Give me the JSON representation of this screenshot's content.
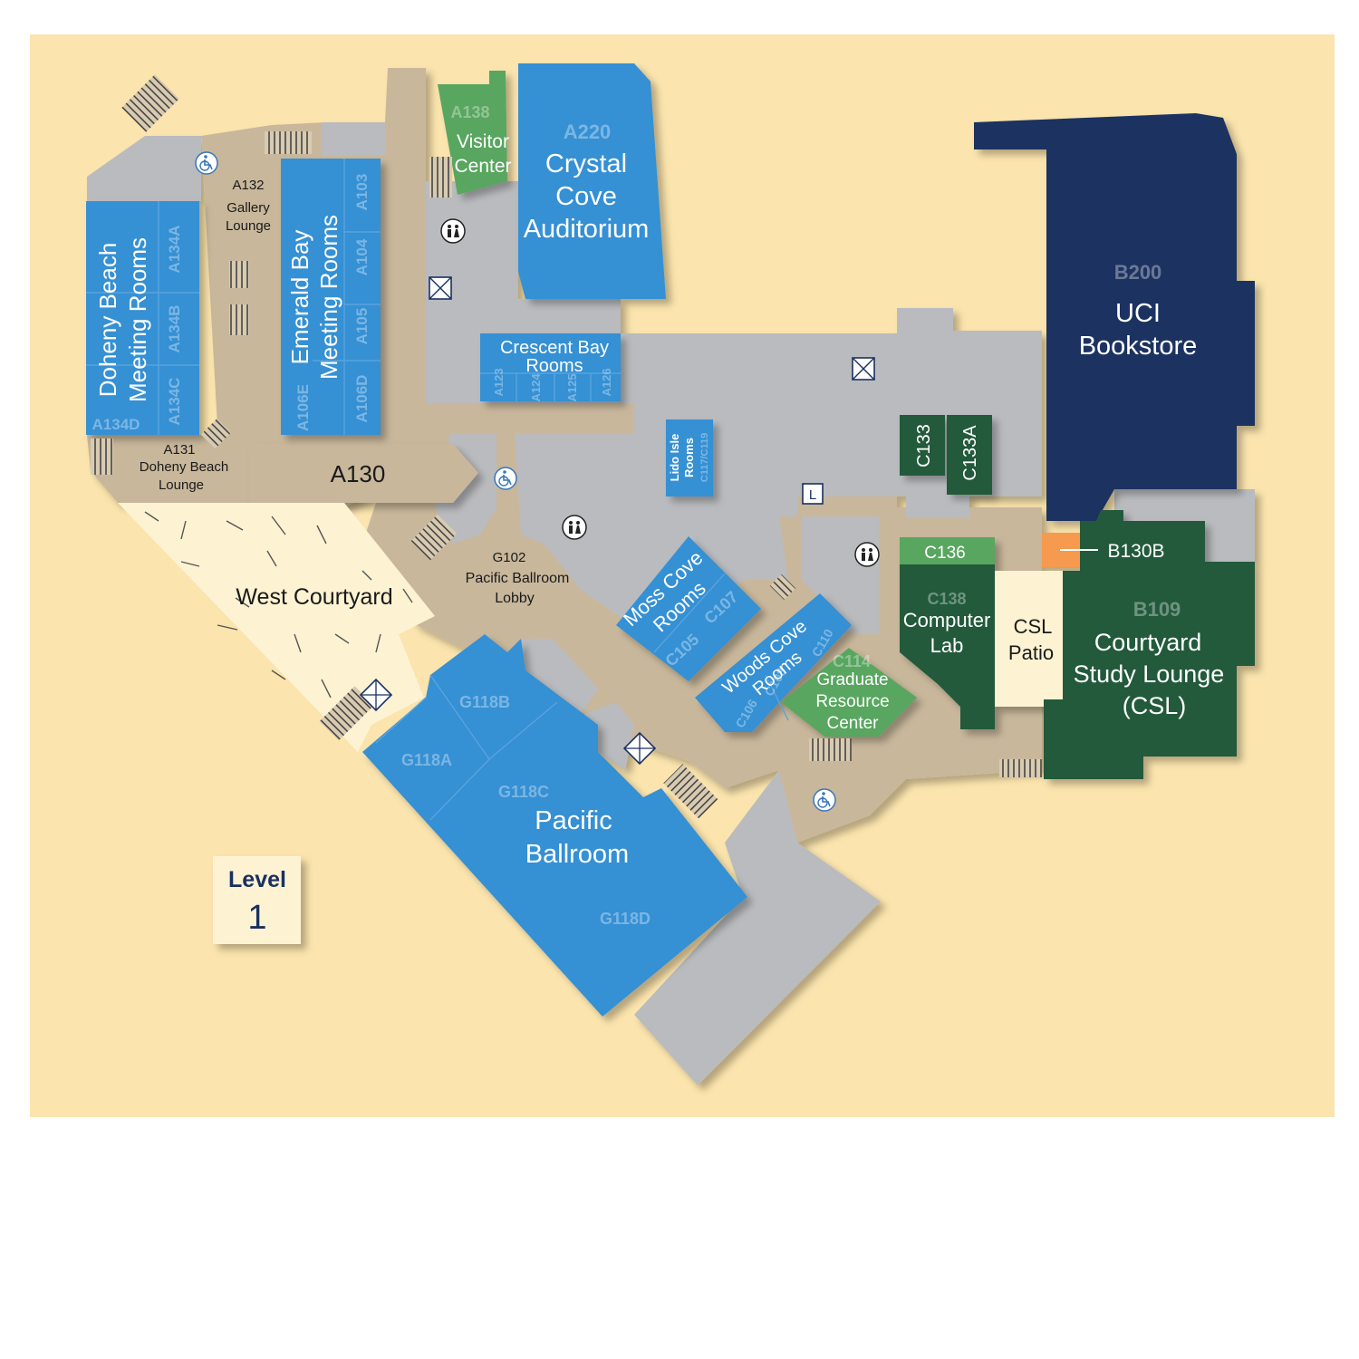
{
  "colors": {
    "background": "#fbe4ad",
    "corridor": "#c8b79b",
    "gray": "#b9bbbe",
    "meeting_blue": "#3690d4",
    "visitor_green": "#58a65f",
    "dark_green": "#245a3a",
    "bookstore_navy": "#1a3160",
    "courtyard": "#fdf3d3",
    "orange": "#f59a4f",
    "level_box": "#fdf3d3",
    "level_text": "#1a3160"
  },
  "rooms": {
    "doheny_title_1": "Doheny Beach",
    "doheny_title_2": "Meeting Rooms",
    "a134a": "A134A",
    "a134b": "A134B",
    "a134c": "A134C",
    "a134d": "A134D",
    "a132_code": "A132",
    "a132_1": "Gallery",
    "a132_2": "Lounge",
    "emerald_title_1": "Emerald Bay",
    "emerald_title_2": "Meeting Rooms",
    "a103": "A103",
    "a104": "A104",
    "a105": "A105",
    "a106d": "A106D",
    "a106e": "A106E",
    "a138": "A138",
    "visitor_1": "Visitor",
    "visitor_2": "Center",
    "a220": "A220",
    "crystal_1": "Crystal",
    "crystal_2": "Cove",
    "crystal_3": "Auditorium",
    "crescent_1": "Crescent Bay",
    "crescent_2": "Rooms",
    "a123": "A123",
    "a124": "A124",
    "a125": "A125",
    "a126": "A126",
    "a131_code": "A131",
    "a131_1": "Doheny Beach",
    "a131_2": "Lounge",
    "a130": "A130",
    "lido_1": "Lido Isle",
    "lido_2": "Rooms",
    "lido_3": "C117/C119",
    "b200": "B200",
    "uci_1": "UCI",
    "uci_2": "Bookstore",
    "c133": "C133",
    "c133a": "C133A",
    "g102": "G102",
    "g102_1": "Pacific Ballroom",
    "g102_2": "Lobby",
    "west_courtyard": "West Courtyard",
    "moss_1": "Moss Cove",
    "moss_2": "Rooms",
    "c105": "C105",
    "c107": "C107",
    "woods_1": "Woods Cove",
    "woods_2": "Rooms",
    "c106": "C106",
    "c108": "C108",
    "c110": "C110",
    "c114": "C114",
    "grad_1": "Graduate",
    "grad_2": "Resource",
    "grad_3": "Center",
    "c136": "C136",
    "c138": "C138",
    "comp_1": "Computer",
    "comp_2": "Lab",
    "csl_patio_1": "CSL",
    "csl_patio_2": "Patio",
    "b130b": "B130B",
    "b109": "B109",
    "csl_1": "Courtyard",
    "csl_2": "Study Lounge",
    "csl_3": "(CSL)",
    "g118a": "G118A",
    "g118b": "G118B",
    "g118c": "G118C",
    "g118d": "G118D",
    "ballroom_1": "Pacific",
    "ballroom_2": "Ballroom"
  },
  "icons": {
    "elevator_letter": "L"
  },
  "level": {
    "label": "Level",
    "number": "1"
  }
}
